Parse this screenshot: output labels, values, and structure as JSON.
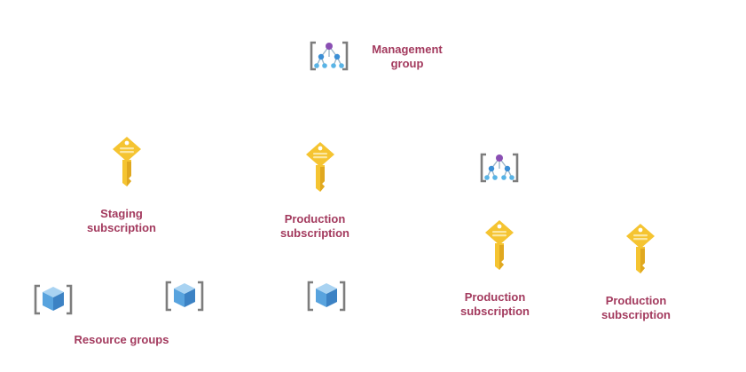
{
  "colors": {
    "label": "#a33a5e",
    "key_fill": "#f5c431",
    "key_shadow": "#e0a820",
    "bracket": "#7d7d7d",
    "mg_top": "#8a4fb3",
    "mg_nodes": "#3b8fd6",
    "cube_front": "#58a3de",
    "cube_top": "#a9d3f2",
    "cube_side": "#3c82c4"
  },
  "nodes": {
    "management_group": {
      "label": "Management\ngroup",
      "icon": "management-group-icon"
    },
    "child_management_group": {
      "icon": "management-group-icon"
    },
    "staging_subscription": {
      "label": "Staging\nsubscription",
      "icon": "key-icon"
    },
    "production_subscription_1": {
      "label": "Production\nsubscription",
      "icon": "key-icon"
    },
    "production_subscription_2": {
      "label": "Production\nsubscription",
      "icon": "key-icon"
    },
    "production_subscription_3": {
      "label": "Production\nsubscription",
      "icon": "key-icon"
    },
    "resource_groups": {
      "label": "Resource groups",
      "icon": "resource-group-icon",
      "count": 3
    }
  }
}
